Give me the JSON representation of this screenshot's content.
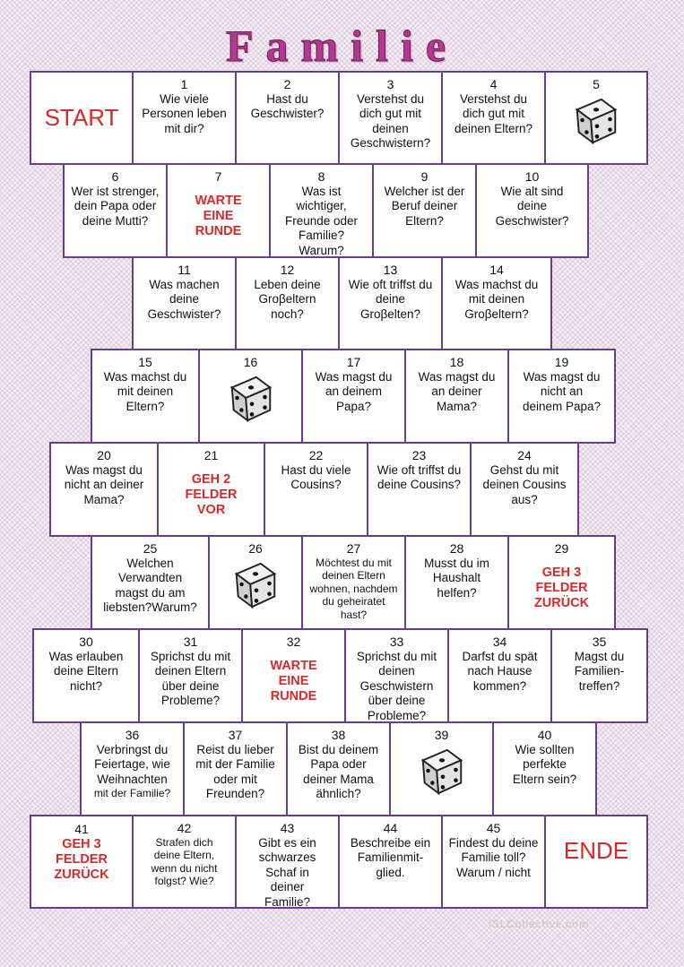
{
  "title": "Familie",
  "start_label": "START",
  "end_label": "ENDE",
  "watermark": "iSLCollective.com",
  "fields": {
    "f1": {
      "num": "1",
      "text": "Wie viele Personen leben mit dir?"
    },
    "f2": {
      "num": "2",
      "text": "Hast du Geschwister?"
    },
    "f3": {
      "num": "3",
      "text": "Verstehst du dich gut mit deinen Geschwistern?"
    },
    "f4": {
      "num": "4",
      "text": "Verstehst du dich gut mit deinen Eltern?"
    },
    "f5": {
      "num": "5",
      "icon": "dice-icon"
    },
    "f6": {
      "num": "6",
      "text": "Wer ist strenger, dein Papa oder deine Mutti?"
    },
    "f7": {
      "num": "7",
      "action": "WARTE EINE RUNDE"
    },
    "f8": {
      "num": "8",
      "text": "Was ist wichtiger, Freunde oder Familie? Warum?"
    },
    "f9": {
      "num": "9",
      "text": "Welcher ist der Beruf deiner Eltern?"
    },
    "f10": {
      "num": "10",
      "text": "Wie alt sind deine Geschwister?"
    },
    "f11": {
      "num": "11",
      "text": "Was machen deine Geschwister?"
    },
    "f12": {
      "num": "12",
      "text": "Leben deine Groβeltern noch?"
    },
    "f13": {
      "num": "13",
      "text": "Wie oft triffst du deine Groβelten?"
    },
    "f14": {
      "num": "14",
      "text": "Was machst du mit deinen Groβeltern?"
    },
    "f15": {
      "num": "15",
      "text": "Was machst du mit deinen Eltern?"
    },
    "f16": {
      "num": "16",
      "icon": "dice-icon"
    },
    "f17": {
      "num": "17",
      "text": "Was magst du an deinem Papa?"
    },
    "f18": {
      "num": "18",
      "text": "Was magst du an deiner Mama?"
    },
    "f19": {
      "num": "19",
      "text": "Was magst du nicht an deinem Papa?"
    },
    "f20": {
      "num": "20",
      "text": "Was magst du nicht an deiner Mama?"
    },
    "f21": {
      "num": "21",
      "action": "GEH 2 FELDER VOR"
    },
    "f22": {
      "num": "22",
      "text": "Hast du viele Cousins?"
    },
    "f23": {
      "num": "23",
      "text": "Wie oft triffst du deine Cousins?"
    },
    "f24": {
      "num": "24",
      "text": "Gehst du mit deinen Cousins aus?"
    },
    "f25": {
      "num": "25",
      "text": "Welchen Verwandten magst du am liebsten?Warum?"
    },
    "f26": {
      "num": "26",
      "icon": "dice-icon"
    },
    "f27": {
      "num": "27",
      "text": "Möchtest du mit deinen Eltern wohnen, nachdem du geheiratet hast?"
    },
    "f28": {
      "num": "28",
      "text": "Musst du im Haushalt helfen?"
    },
    "f29": {
      "num": "29",
      "action": "GEH 3 FELDER ZURÜCK"
    },
    "f30": {
      "num": "30",
      "text": "Was erlauben deine Eltern nicht?"
    },
    "f31": {
      "num": "31",
      "text": "Sprichst du mit deinen Eltern über deine Probleme?"
    },
    "f32": {
      "num": "32",
      "action": "WARTE EINE RUNDE"
    },
    "f33": {
      "num": "33",
      "text": "Sprichst du mit deinen Geschwistern über deine Probleme?"
    },
    "f34": {
      "num": "34",
      "text": "Darfst du spät nach Hause kommen?"
    },
    "f35": {
      "num": "35",
      "text": "Magst du Familien-treffen?"
    },
    "f36": {
      "num": "36",
      "text": "Verbringst du Feiertage, wie Weihnachten",
      "text2": "mit der Familie?"
    },
    "f37": {
      "num": "37",
      "text": "Reist du lieber mit der Familie oder mit Freunden?"
    },
    "f38": {
      "num": "38",
      "text": "Bist du deinem Papa oder deiner Mama ähnlich?"
    },
    "f39": {
      "num": "39",
      "icon": "dice-icon"
    },
    "f40": {
      "num": "40",
      "text": "Wie sollten perfekte Eltern sein?"
    },
    "f41": {
      "num": "41",
      "action": "GEH 3 FELDER ZURÜCK"
    },
    "f42": {
      "num": "42",
      "text": "Strafen dich deine Eltern, wenn du nicht folgst? Wie?"
    },
    "f43": {
      "num": "43",
      "text": "Gibt es ein schwarzes Schaf in deiner Familie?"
    },
    "f44": {
      "num": "44",
      "text": "Beschreibe ein Familienmit-glied."
    },
    "f45": {
      "num": "45",
      "text": "Findest du deine Familie toll? Warum / nicht"
    }
  }
}
